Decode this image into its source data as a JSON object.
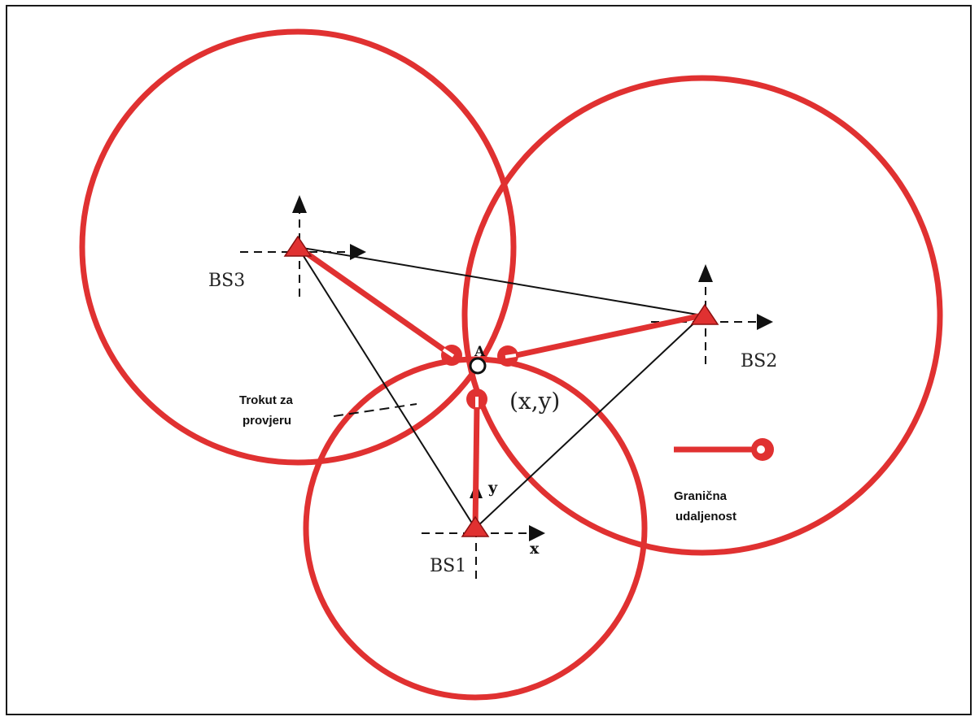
{
  "colors": {
    "circle": "#e03131",
    "triangle_fill": "#e03131",
    "axis": "#111111",
    "line": "#111111"
  },
  "stations": {
    "bs1": "BS1",
    "bs2": "BS2",
    "bs3": "BS3"
  },
  "point": {
    "label": "A",
    "coords": "(x,y)"
  },
  "axes": {
    "x": "x",
    "y": "y"
  },
  "annotations": {
    "triangle_line1": "Trokut za",
    "triangle_line2": "provjeru"
  },
  "legend": {
    "line1": "Granična",
    "line2": "udaljenost"
  }
}
